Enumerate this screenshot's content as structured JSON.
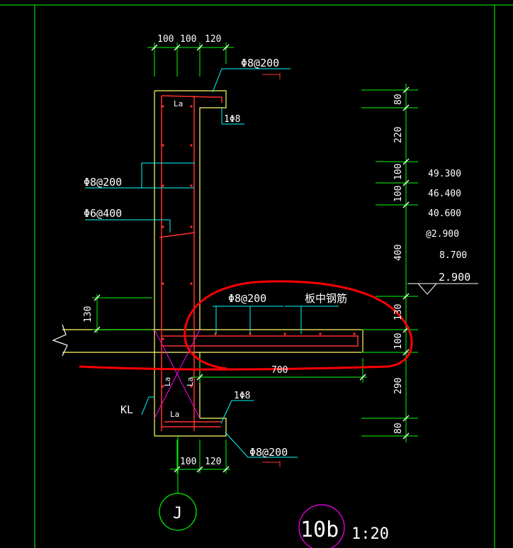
{
  "title": {
    "detail_id": "10b",
    "scale": "1:20"
  },
  "axis": {
    "label": "J"
  },
  "top_dimensions": [
    "100",
    "100",
    "120"
  ],
  "bottom_dimensions": [
    "100",
    "120"
  ],
  "right_dimensions": [
    "80",
    "220",
    "100",
    "100",
    "400",
    "130",
    "100",
    "290",
    "80"
  ],
  "slab_length": "700",
  "elevations": [
    "49.300",
    "46.400",
    "40.600",
    "@2.900",
    "8.700"
  ],
  "level_mark": "2.900",
  "annotations": {
    "top_bar": "Φ8@200",
    "corner_bar_top": "1Φ8",
    "vertical_bar": "Φ8@200",
    "tie_bar": "Φ6@400",
    "slab_bar": "Φ8@200",
    "slab_note": "板中钢筋",
    "corner_bar_bottom": "1Φ8",
    "bottom_bar": "Φ8@200",
    "beam_label": "KL",
    "la": "La"
  },
  "colors": {
    "background": "#000000",
    "outline": "#ffff66",
    "rebar": "#ff3030",
    "leader": "#00ffff",
    "dimension": "#00ff00",
    "text": "#ffffff",
    "markup": "#ff0000",
    "axis_circle": "#00ff00",
    "detail_circle": "#ff00ff"
  }
}
